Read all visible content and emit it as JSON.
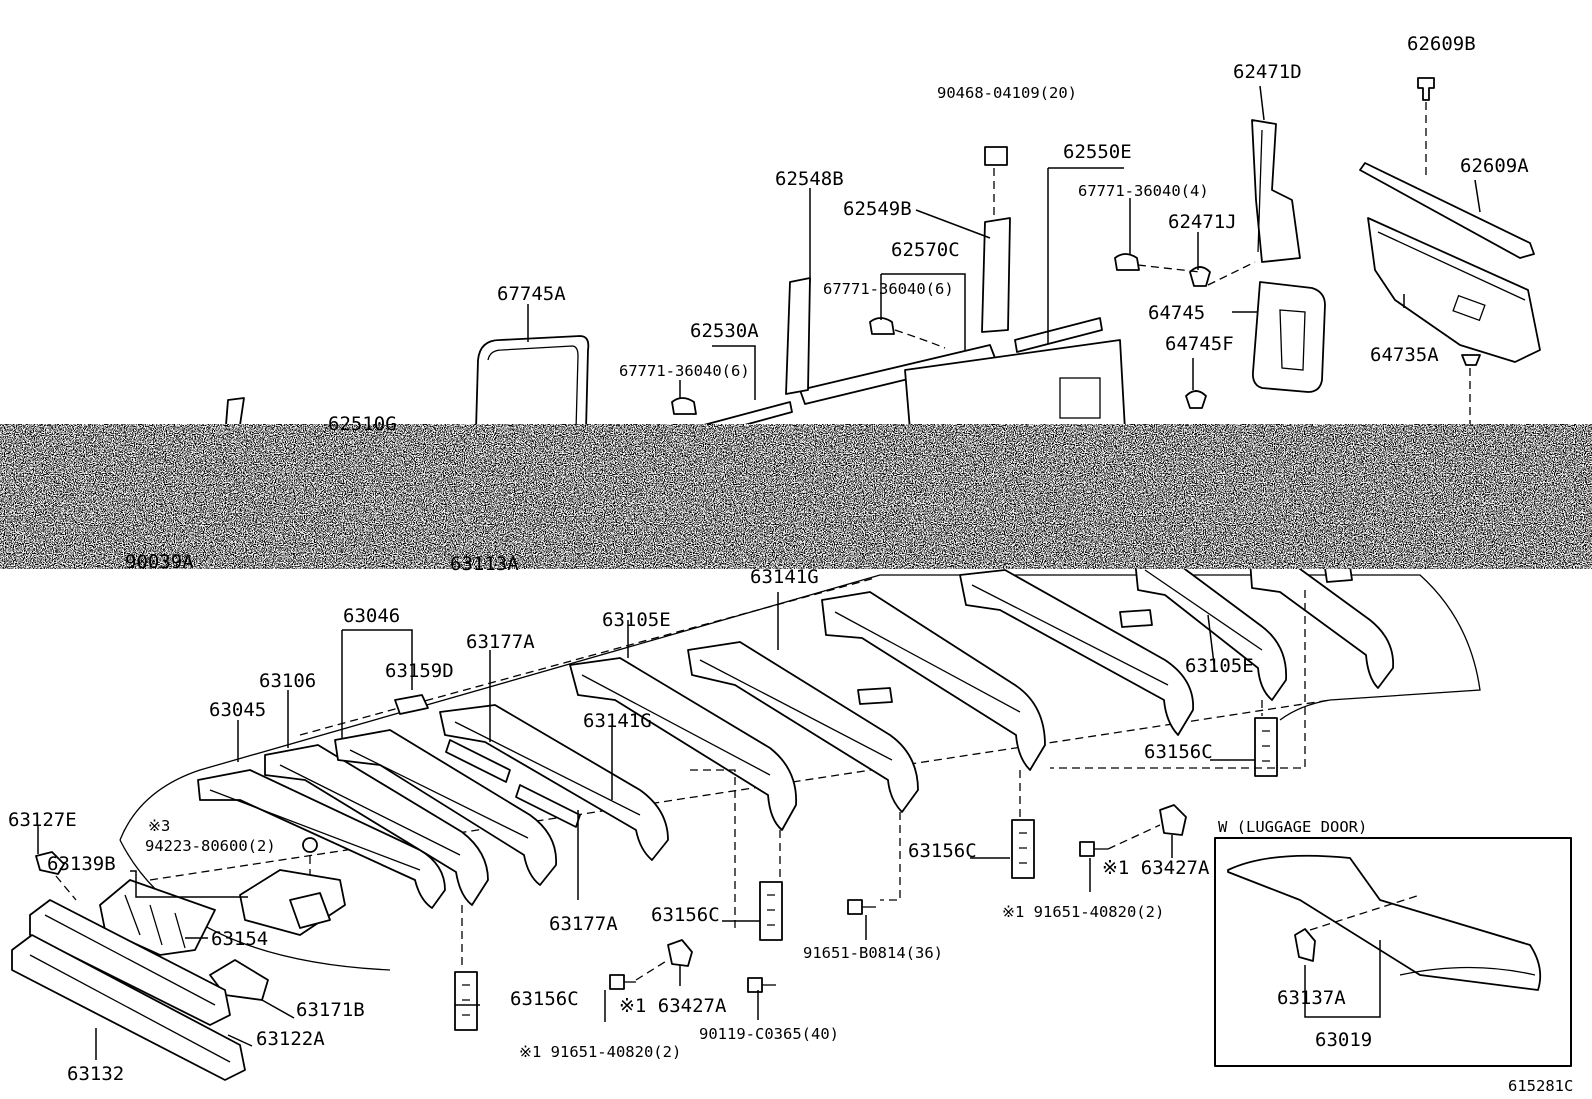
{
  "diagram_code": "615281C",
  "inset_title": "W (LUGGAGE DOOR)",
  "labels": {
    "p62609B": "62609B",
    "p62471D": "62471D",
    "p90468": "90468-04109(20)",
    "p62550E": "62550E",
    "p62609A": "62609A",
    "p62548B": "62548B",
    "p67771_4": "67771-36040(4)",
    "p62549B": "62549B",
    "p62471J": "62471J",
    "p62570C": "62570C",
    "p67771_6a": "67771-36040(6)",
    "p67745A": "67745A",
    "p64745": "64745",
    "p64735A": "64735A",
    "p62530A": "62530A",
    "p64745F": "64745F",
    "p67771_6b": "67771-36040(6)",
    "p62510G": "62510G",
    "p90039A": "90039A",
    "p63113A": "63113A",
    "p63141G_a": "63141G",
    "p63046": "63046",
    "p63177A_a": "63177A",
    "p63105E_a": "63105E",
    "p63159D": "63159D",
    "p63106": "63106",
    "p63141G_b": "63141G",
    "p63105E_b": "63105E",
    "p63045": "63045",
    "p63156C_a": "63156C",
    "p63127E": "63127E",
    "p63139B": "63139B",
    "p94223": "94223-80600(2)",
    "p_mark3": "※3",
    "p63156C_b": "63156C",
    "p63427A_a": "※1 63427A",
    "p63154": "63154",
    "p63177A_b": "63177A",
    "p63156C_c": "63156C",
    "p91651_a": "※1 91651-40820(2)",
    "p91651B": "91651-B0814(36)",
    "p63171B": "63171B",
    "p63156C_d": "63156C",
    "p63427A_b": "※1 63427A",
    "p63122A": "63122A",
    "p90119": "90119-C0365(40)",
    "p91651_b": "※1 91651-40820(2)",
    "p63132": "63132",
    "p63137A": "63137A",
    "p63019": "63019"
  }
}
